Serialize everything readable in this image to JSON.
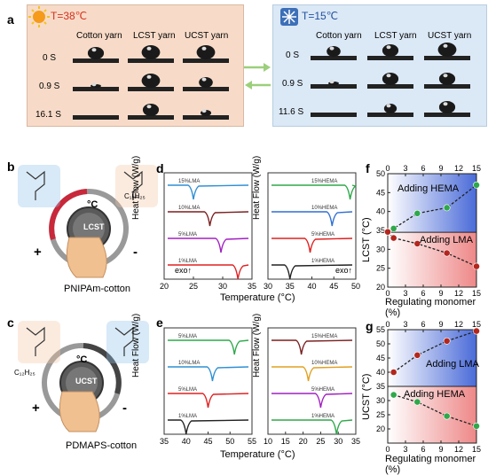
{
  "panels": {
    "a": {
      "label": "a",
      "hot": {
        "temp": "T=38℃",
        "cols": [
          "Cotton yarn",
          "LCST yarn",
          "UCST yarn"
        ],
        "rows": [
          "0 S",
          "0.9 S",
          "16.1 S"
        ]
      },
      "cold": {
        "temp": "T=15℃",
        "cols": [
          "Cotton yarn",
          "LCST yarn",
          "UCST yarn"
        ],
        "rows": [
          "0 S",
          "0.9 S",
          "11.6 S"
        ]
      }
    },
    "b": {
      "label": "b",
      "knob": "LCST",
      "caption": "PNIPAm-cotton",
      "unit": "°C",
      "plus": "+",
      "minus": "-",
      "sub": "C₁₂H₂₅"
    },
    "c": {
      "label": "c",
      "knob": "UCST",
      "caption": "PDMAPS-cotton",
      "unit": "°C",
      "plus": "+",
      "minus": "-",
      "sub": "C₁₂H₂₅"
    },
    "d": {
      "label": "d",
      "xlabel": "Temperature (°C)",
      "ylabel": "Heat Flow (W/g)",
      "exo": "exo↑"
    },
    "e": {
      "label": "e",
      "xlabel": "Temperature (°C)",
      "ylabel": "Heat Flow (W/g)",
      "exo": "exo↑"
    },
    "f": {
      "label": "f",
      "ylabel": "LCST (°C)",
      "xlabel": "Regulating monomer (%)",
      "upper_text": "Adding HEMA",
      "lower_text": "Adding LMA"
    },
    "g": {
      "label": "g",
      "ylabel": "UCST (°C)",
      "xlabel": "Regulating monomer (%)",
      "upper_text": "Adding LMA",
      "lower_text": "Adding HEMA"
    }
  },
  "chart_data": [
    {
      "id": "d-left",
      "type": "line",
      "xlim": [
        20,
        35
      ],
      "xticks": [
        20,
        25,
        30,
        35
      ],
      "series": [
        {
          "name": "15%LMA",
          "color": "#2f8fd4",
          "dip_x": 25.0
        },
        {
          "name": "10%LMA",
          "color": "#7a1f1f",
          "dip_x": 27.8
        },
        {
          "name": "5%LMA",
          "color": "#a020c0",
          "dip_x": 29.7
        },
        {
          "name": "1%LMA",
          "color": "#e02020",
          "dip_x": 32.6
        }
      ]
    },
    {
      "id": "d-right",
      "type": "line",
      "xlim": [
        30,
        50
      ],
      "xticks": [
        30,
        35,
        40,
        45,
        50
      ],
      "series": [
        {
          "name": "15%HEMA",
          "color": "#2ea84a",
          "dip_x": 48.7
        },
        {
          "name": "10%HEMA",
          "color": "#2f6fd4",
          "dip_x": 44.6
        },
        {
          "name": "5%HEMA",
          "color": "#e02020",
          "dip_x": 39.6
        },
        {
          "name": "1%HEMA",
          "color": "#222222",
          "dip_x": 35.0
        }
      ]
    },
    {
      "id": "e-left",
      "type": "line",
      "xlim": [
        35,
        55
      ],
      "xticks": [
        35,
        40,
        45,
        50,
        55
      ],
      "series": [
        {
          "name": "5%LMA",
          "color": "#2ea84a",
          "dip_x": 51.0
        },
        {
          "name": "10%LMA",
          "color": "#2f8fd4",
          "dip_x": 46.0
        },
        {
          "name": "5%LMA",
          "color": "#e02020",
          "dip_x": 45.0
        },
        {
          "name": "1%LMA",
          "color": "#222222",
          "dip_x": 40.0
        }
      ]
    },
    {
      "id": "e-right",
      "type": "line",
      "xlim": [
        10,
        35
      ],
      "xticks": [
        10,
        15,
        20,
        25,
        30,
        35
      ],
      "series": [
        {
          "name": "15%HEMA",
          "color": "#7a1f1f",
          "dip_x": 19.5
        },
        {
          "name": "10%HEMA",
          "color": "#e0a020",
          "dip_x": 21.5
        },
        {
          "name": "5%HEMA",
          "color": "#a020c0",
          "dip_x": 25.0
        },
        {
          "name": "1%HEMA",
          "color": "#2ea84a",
          "dip_x": 29.5
        }
      ]
    },
    {
      "id": "f",
      "type": "scatter",
      "xlim": [
        0,
        15
      ],
      "ylim": [
        20,
        50
      ],
      "xticks": [
        0,
        3,
        6,
        9,
        12,
        15
      ],
      "yticks": [
        20,
        25,
        30,
        35,
        40,
        45,
        50
      ],
      "split_y": 34.5,
      "series": [
        {
          "name": "Adding HEMA",
          "color": "#2ea84a",
          "x": [
            0,
            1,
            5,
            10,
            15
          ],
          "y": [
            34.6,
            35.5,
            39.5,
            41.0,
            47.0
          ]
        },
        {
          "name": "Adding LMA",
          "color": "#b3261e",
          "x": [
            0,
            1,
            5,
            10,
            15
          ],
          "y": [
            34.6,
            33.0,
            31.5,
            29.0,
            25.5
          ]
        }
      ]
    },
    {
      "id": "g",
      "type": "scatter",
      "xlim": [
        0,
        15
      ],
      "ylim": [
        15,
        55
      ],
      "xticks": [
        0,
        3,
        6,
        9,
        12,
        15
      ],
      "yticks": [
        20,
        25,
        30,
        35,
        40,
        45,
        50,
        55
      ],
      "split_y": 35,
      "series": [
        {
          "name": "Adding LMA",
          "color": "#b3261e",
          "x": [
            1,
            5,
            10,
            15
          ],
          "y": [
            40.0,
            46.0,
            51.0,
            54.5
          ]
        },
        {
          "name": "Adding HEMA",
          "color": "#2ea84a",
          "x": [
            1,
            5,
            10,
            15
          ],
          "y": [
            32.0,
            29.5,
            24.5,
            21.0
          ]
        }
      ]
    }
  ]
}
